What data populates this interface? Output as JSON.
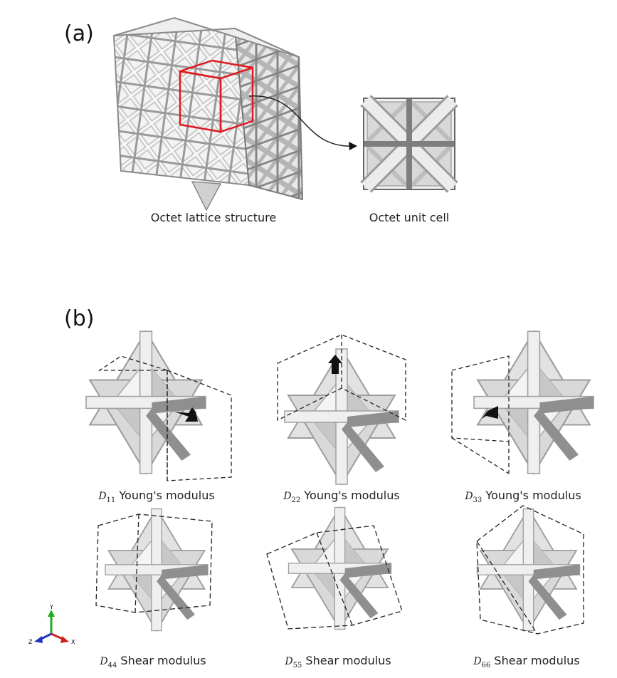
{
  "panel_a": {
    "label": "(a)",
    "lattice_caption": "Octet lattice structure",
    "unit_cell_caption": "Octet unit cell"
  },
  "panel_b": {
    "label": "(b)",
    "cells": [
      {
        "symbol": "D",
        "subscript": "11",
        "text": "Young's modulus"
      },
      {
        "symbol": "D",
        "subscript": "22",
        "text": "Young's modulus"
      },
      {
        "symbol": "D",
        "subscript": "33",
        "text": "Young's modulus"
      },
      {
        "symbol": "D",
        "subscript": "44",
        "text": "Shear modulus"
      },
      {
        "symbol": "D",
        "subscript": "55",
        "text": "Shear modulus"
      },
      {
        "symbol": "D",
        "subscript": "66",
        "text": "Shear modulus"
      }
    ]
  },
  "triad": {
    "y": "Y",
    "z": "Z",
    "x": "X"
  },
  "colors": {
    "highlight": "#e0191f",
    "strut_light": "#dcdcdc",
    "strut_dark": "#8e8e8e",
    "axis_x": "#cc2222",
    "axis_y": "#22aa22",
    "axis_z": "#2233bb"
  }
}
